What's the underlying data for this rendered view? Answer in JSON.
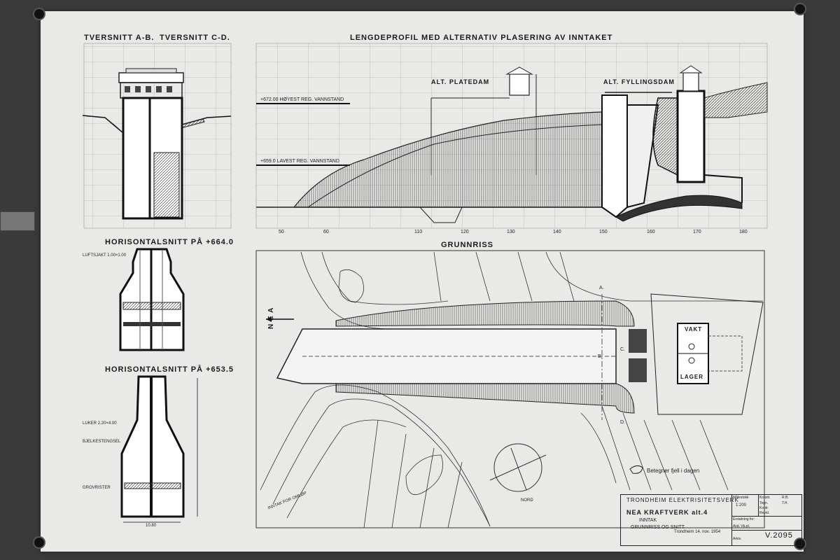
{
  "titles": {
    "section_ab": "TVERSNITT A-B.",
    "section_cd": "TVERSNITT C-D.",
    "profile": "LENGDEPROFIL MED ALTERNATIV PLASERING AV INNTAKET",
    "alt_platedam": "ALT. PLATEDAM",
    "alt_fyllingsdam": "ALT. FYLLINGSDAM",
    "horizontal_664": "HORISONTALSNITT PÅ +664.0",
    "horizontal_653": "HORISONTALSNITT PÅ +653.5",
    "plan": "GRUNNRISS"
  },
  "profile_labels": {
    "high_water": "+672.00 HØYEST REG. VANNSTAND",
    "low_water": "+659.0 LAVEST REG. VANNSTAND"
  },
  "profile_axis_ticks": [
    "50",
    "60",
    "110",
    "120",
    "130",
    "140",
    "150",
    "160",
    "170",
    "180"
  ],
  "plan_labels": {
    "river": "N E A",
    "vakt": "VAKT",
    "lager": "LAGER",
    "legend": "Betegner fjell i dagen",
    "nord": "NORD",
    "inntak": "INNTAK FOR OMLØP",
    "a": "A.",
    "b": "B.",
    "c": "C.",
    "d": "D."
  },
  "horizontal_labels": {
    "luftsjakt": "LUFTSJAKT 1.00×1.00",
    "luker": "LUKER 2.20×4.00",
    "bjelkestengsel": "BJELKESTENGSEL",
    "grovrister": "GROVRISTER",
    "dim": "10.80"
  },
  "title_block": {
    "org": "TRONDHEIM ELEKTRISITETSVERK",
    "project": "NEA KRAFTVERK alt.4",
    "subject": "INNTAK",
    "content": "GRUNNRISS OG SNITT",
    "date": "Trondheim 14. nov. 1954",
    "scale_label": "Målestokk",
    "scale": "1:200",
    "konstr_label": "Konstr.",
    "konstr": "R.B.",
    "tegn_label": "Tegn.",
    "tegn": "T.H.",
    "kontr_label": "Kontr.",
    "revid_label": "Revid.",
    "erstatning_label": "Erstatning for:",
    "avd_label": "Avd. Vb.pl.",
    "arkiv_label": "Arkiv.",
    "drawing_no": "V.2095"
  }
}
